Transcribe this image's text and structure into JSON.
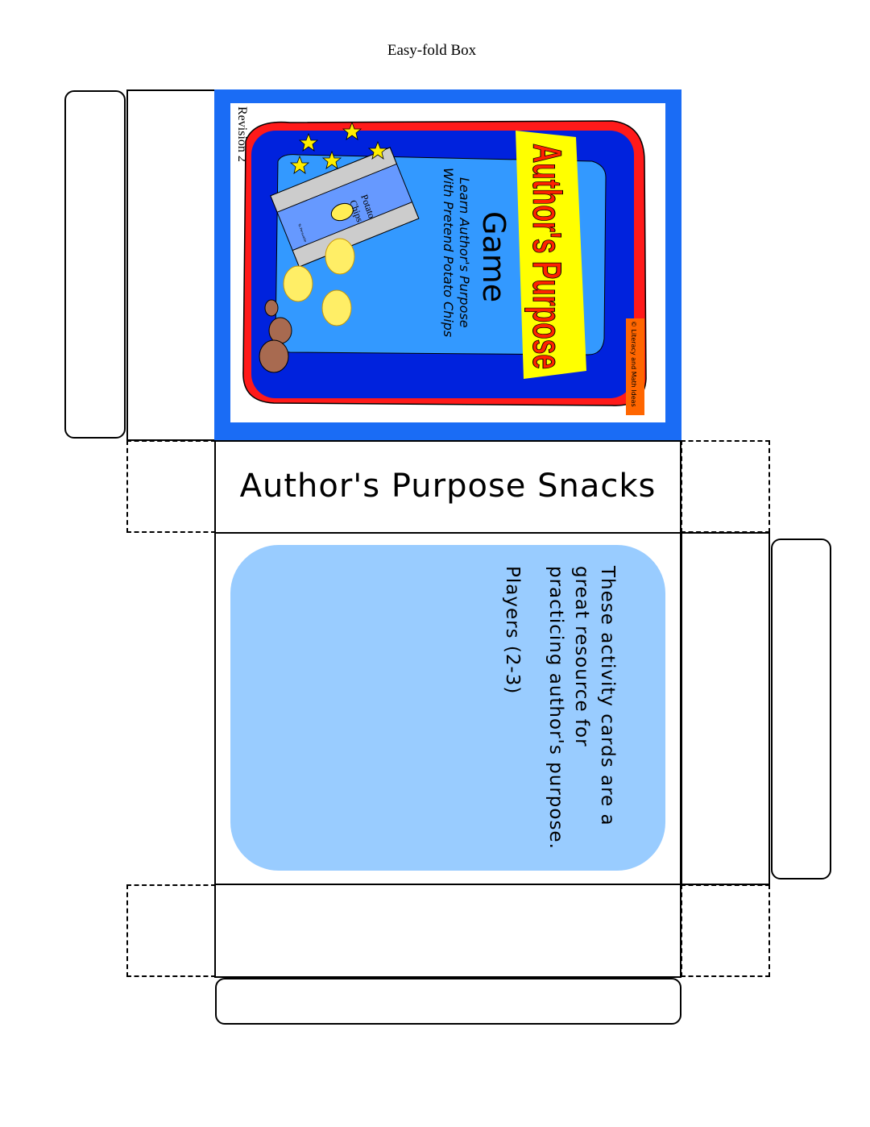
{
  "page_title": "Easy-fold Box",
  "cover": {
    "revision": "Revision 2",
    "title": "Author's Purpose",
    "subtitle": "Game",
    "tagline_1": "Learn Author's Purpose",
    "tagline_2": "With Pretend Potato Chips",
    "bag_label_1": "Potato",
    "bag_label_2": "Chips",
    "bag_bottom": "To Persuade",
    "copyright": "© Literacy and Math Ideas",
    "colors": {
      "frame": "#1a6cf5",
      "red": "#ff1a1a",
      "blue": "#0022dd",
      "light_blue": "#3399ff",
      "yellow": "#ffff00",
      "orange": "#ff6600"
    }
  },
  "side_label": "Author's Purpose Snacks",
  "card": {
    "lines": [
      "These activity cards are a",
      "great resource for",
      "practicing author's purpose."
    ],
    "players": "Players (2-3)",
    "color": "#99ccff"
  }
}
